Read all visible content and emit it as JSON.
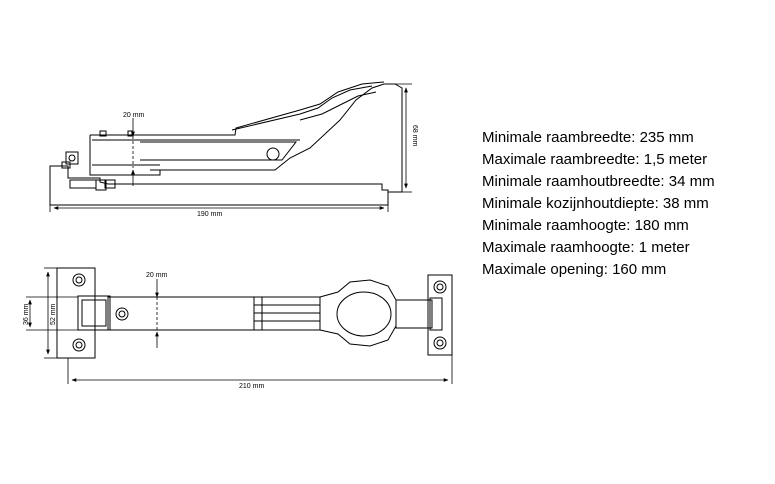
{
  "dimensions": {
    "side_view": {
      "gap_label": "20 mm",
      "height_label": "68 mm",
      "length_label": "190 mm"
    },
    "top_view": {
      "gap_label": "20 mm",
      "outer_height_label": "36 mm",
      "inner_height_label": "52 mm",
      "length_label": "210 mm"
    }
  },
  "specs": [
    "Minimale raambreedte: 235 mm",
    "Maximale raambreedte: 1,5 meter",
    "Minimale raamhoutbreedte: 34 mm",
    "Minimale kozijnhoutdiepte: 38 mm",
    "Minimale raamhoogte: 180 mm",
    "Maximale raamhoogte: 1 meter",
    "Maximale opening: 160 mm"
  ]
}
